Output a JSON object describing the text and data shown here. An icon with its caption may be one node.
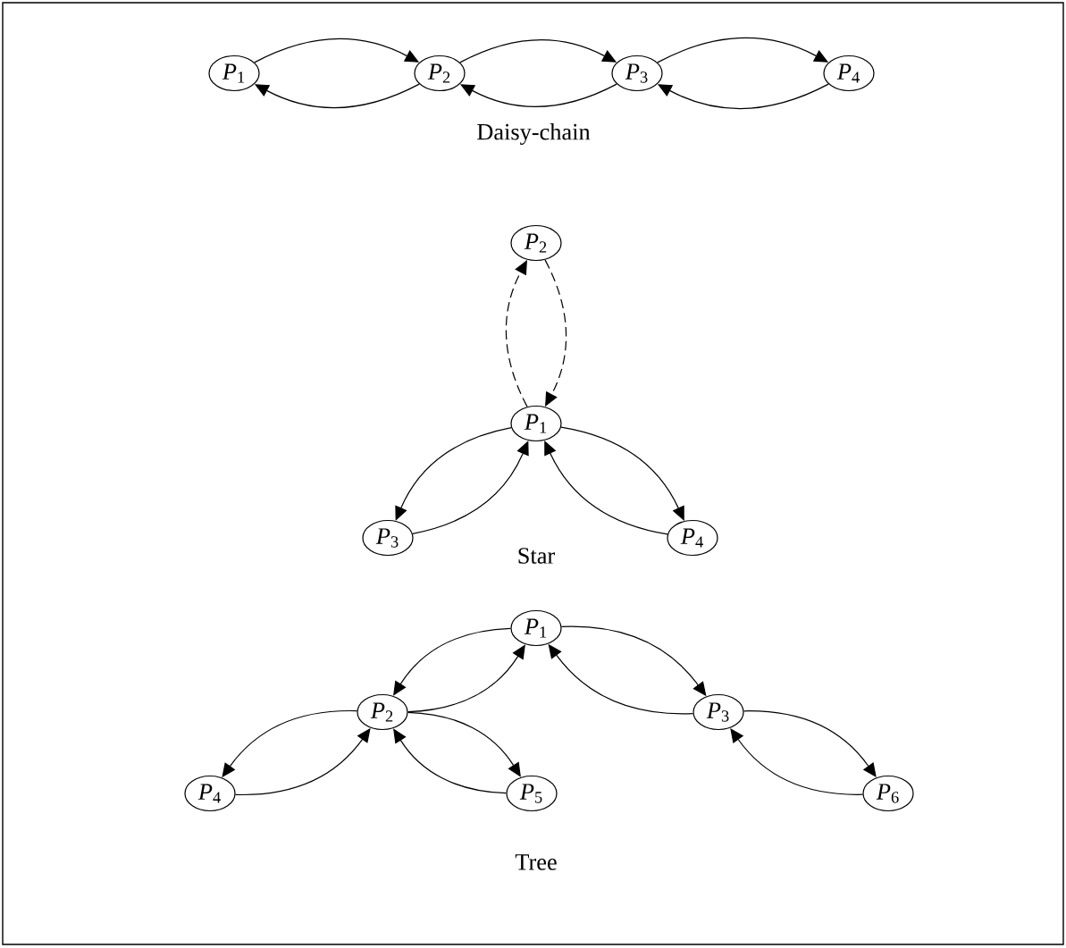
{
  "diagram": {
    "nodes": [
      {
        "text": [
          "*P*$_{1}$"
        ]
      },
      {
        "text": [
          "*P*$_{2}$"
        ]
      },
      {
        "text": [
          "*P*$_{3}$"
        ]
      },
      {
        "text": [
          "*P*$_{4}$"
        ]
      },
      {
        "text": [
          "*P*$_{2}$"
        ]
      },
      {
        "text": [
          "*P*$_{1}$"
        ]
      },
      {
        "text": [
          "*P*$_{3}$"
        ]
      },
      {
        "text": [
          "*P*$_{4}$"
        ]
      },
      {
        "text": [
          "*P*$_{1}$"
        ]
      },
      {
        "text": [
          "*P*$_{2}$"
        ]
      },
      {
        "text": [
          "*P*$_{3}$"
        ]
      },
      {
        "text": [
          "*P*$_{4}$"
        ]
      },
      {
        "text": [
          "*P*$_{5}$"
        ]
      },
      {
        "text": [
          "*P*$_{6}$"
        ]
      }
    ],
    "edges": [
      {
        "from": 0,
        "to": 1,
        "arrow": "to"
      },
      {
        "from": 1,
        "to": 0,
        "arrow": "to"
      },
      {
        "from": 1,
        "to": 2,
        "arrow": "to"
      },
      {
        "from": 2,
        "to": 1,
        "arrow": "to"
      },
      {
        "from": 2,
        "to": 3,
        "arrow": "to"
      },
      {
        "from": 3,
        "to": 2,
        "arrow": "to"
      },
      {
        "from": 4,
        "to": 5,
        "arrow": "to",
        "style": "dashed"
      },
      {
        "from": 5,
        "to": 4,
        "arrow": "to",
        "style": "dashed"
      },
      {
        "from": 5,
        "to": 6,
        "arrow": "to"
      },
      {
        "from": 6,
        "to": 5,
        "arrow": "to"
      },
      {
        "from": 5,
        "to": 7,
        "arrow": "to"
      },
      {
        "from": 7,
        "to": 5,
        "arrow": "to"
      },
      {
        "from": 8,
        "to": 9,
        "arrow": "to"
      },
      {
        "from": 9,
        "to": 8,
        "arrow": "to"
      },
      {
        "from": 8,
        "to": 10,
        "arrow": "to"
      },
      {
        "from": 10,
        "to": 8,
        "arrow": "to"
      },
      {
        "from": 9,
        "to": 11,
        "arrow": "to"
      },
      {
        "from": 11,
        "to": 9,
        "arrow": "to"
      },
      {
        "from": 9,
        "to": 12,
        "arrow": "to"
      },
      {
        "from": 12,
        "to": 9,
        "arrow": "to"
      },
      {
        "from": 10,
        "to": 13,
        "arrow": "to"
      },
      {
        "from": 13,
        "to": 10,
        "arrow": "to"
      }
    ],
    "labels": [
      "Daisy-chain",
      "Star",
      "Tree"
    ]
  }
}
